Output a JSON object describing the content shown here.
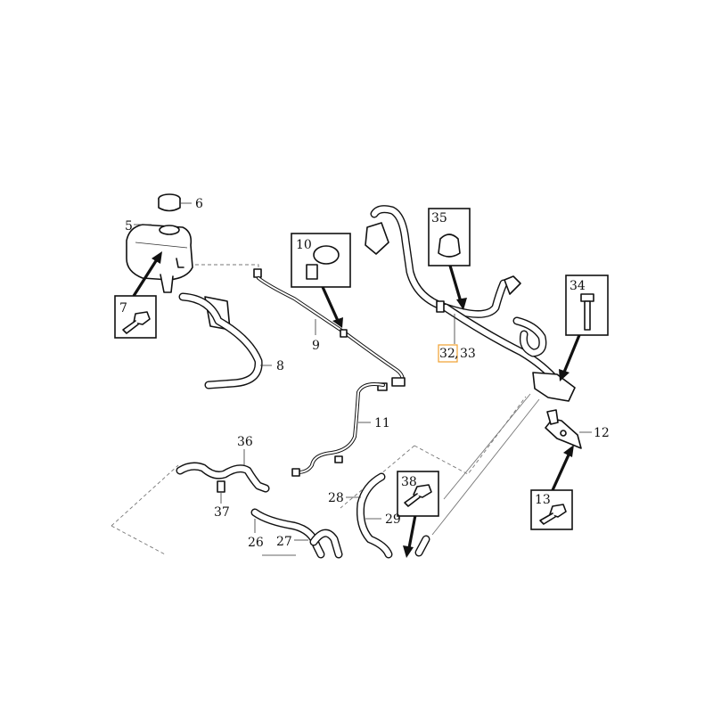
{
  "callouts": {
    "p5": "5",
    "p6": "6",
    "p7": "7",
    "p8": "8",
    "p9": "9",
    "p10": "10",
    "p11": "11",
    "p12": "12",
    "p13": "13",
    "p26": "26",
    "p27": "27",
    "p28": "28",
    "p29": "29",
    "p32": "32",
    "p33": "33",
    "p34": "34",
    "p35": "35",
    "p36": "36",
    "p37": "37",
    "p38": "38"
  },
  "separator": ",",
  "colors": {
    "line": "#111111",
    "highlight": "#f0a030",
    "leader_dashed": "#777777"
  }
}
